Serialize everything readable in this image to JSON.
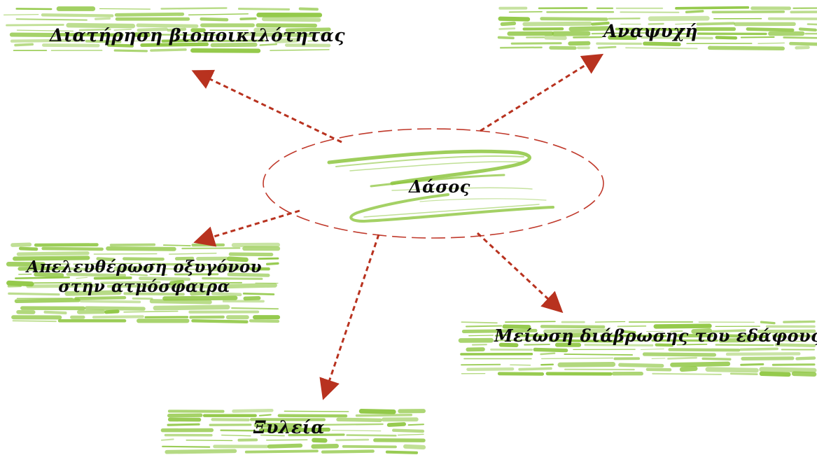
{
  "center": {
    "label": "Δάσος"
  },
  "benefits": [
    {
      "id": "biodiversity",
      "lines": [
        "Διατήρηση βιοποικιλότητας"
      ]
    },
    {
      "id": "recreation",
      "lines": [
        "Αναψυχή"
      ]
    },
    {
      "id": "oxygen",
      "lines": [
        "Απελευθέρωση οξυγόνου",
        "στην ατμόσφαιρα"
      ]
    },
    {
      "id": "erosion",
      "lines": [
        "Μείωση διάβρωσης του εδάφους"
      ]
    },
    {
      "id": "timber",
      "lines": [
        "Ξυλεία"
      ]
    }
  ],
  "colors": {
    "arrow": "#b8321f",
    "ellipse": "#c0392b",
    "brush": "#8dc63f",
    "text": "#0a0a0a"
  }
}
